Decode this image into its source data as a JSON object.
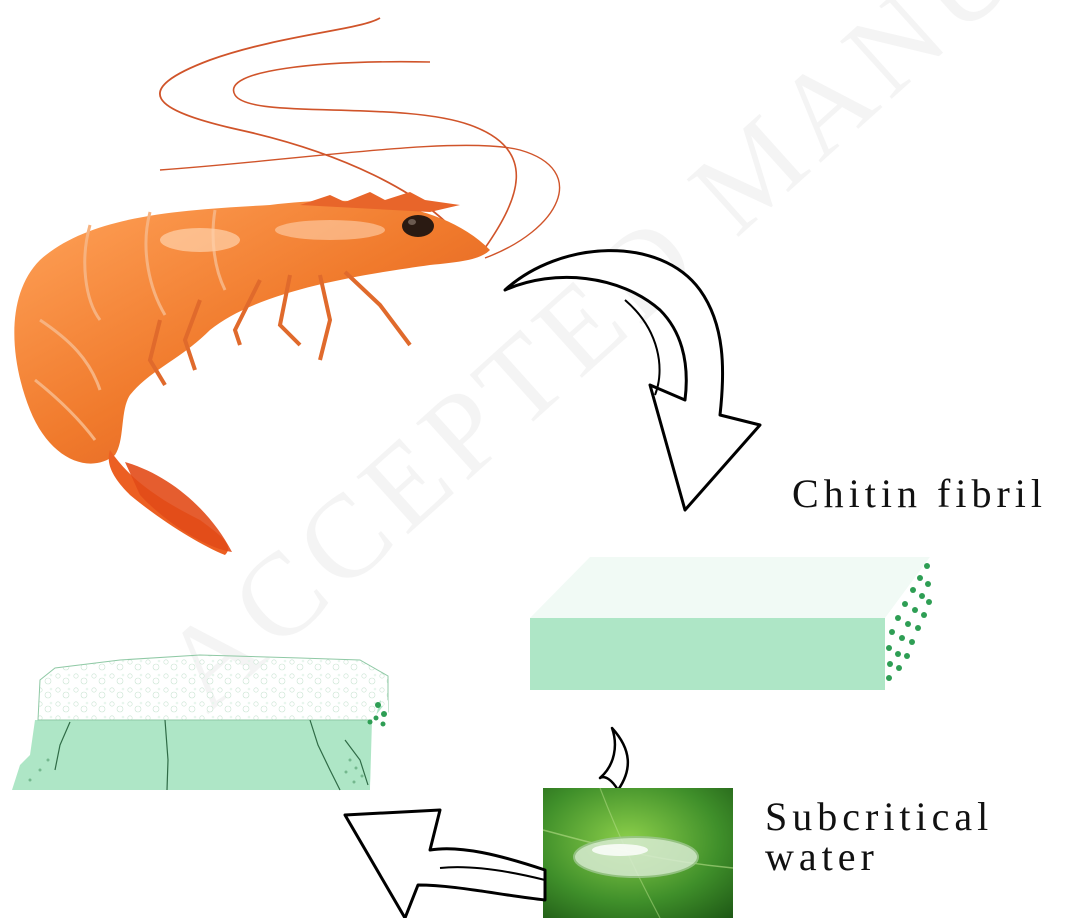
{
  "labels": {
    "chitin_fibril": "Chitin fibril",
    "subcritical_water_line1": "Subcritical",
    "subcritical_water_line2": "water"
  },
  "watermark": "ACCEPTED MANUSCRIPT",
  "colors": {
    "shrimp_body": "#f07a2c",
    "shrimp_highlight": "#ffb27a",
    "shrimp_dark": "#d8501b",
    "block_front": "#aee6c6",
    "block_top": "#f3fbf7",
    "fibril_dot": "#2e9e54",
    "leaf_green": "#3f8f2a",
    "arrow_stroke": "#000000"
  },
  "icons": [
    "shrimp-image",
    "chitin-fibril-block",
    "leaf-water-drop-image",
    "porous-aerogel-block",
    "curved-arrow"
  ]
}
